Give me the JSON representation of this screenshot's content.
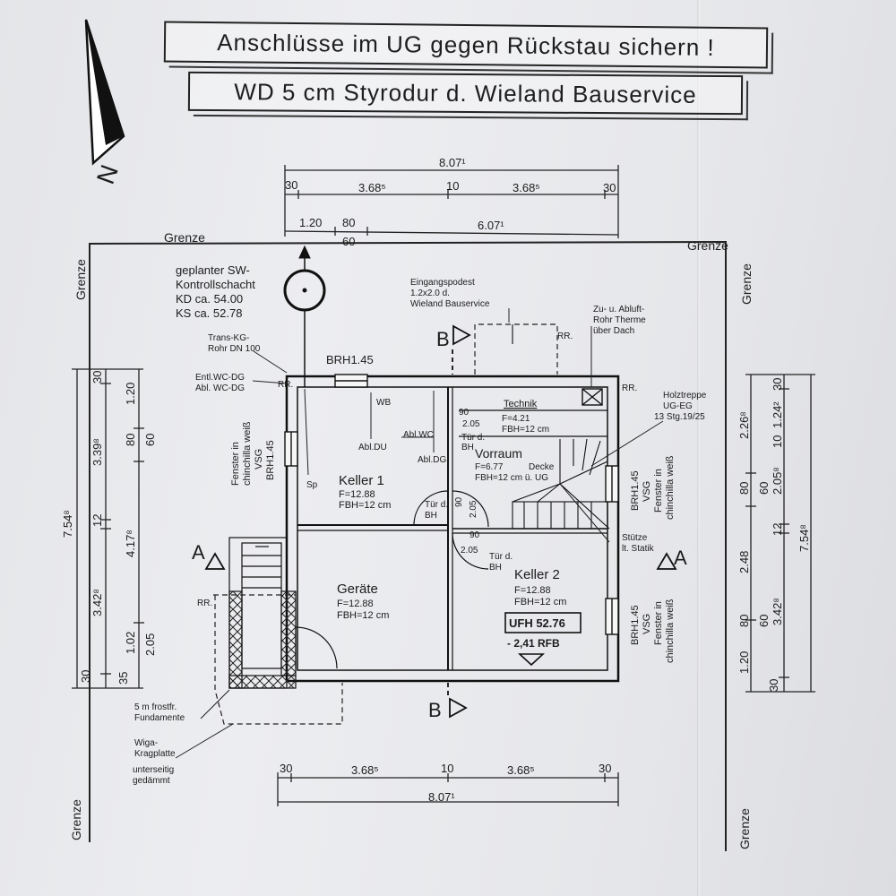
{
  "banners": {
    "line1": "Anschlüsse im UG gegen Rückstau sichern !",
    "line2": "WD 5 cm Styrodur d. Wieland Bauservice"
  },
  "north_label": "N",
  "boundary": {
    "label": "Grenze"
  },
  "dims_top": {
    "total": "8.07¹",
    "d30": "30",
    "d368": "3.68⁵",
    "d10": "10",
    "d120": "1.20",
    "d80": "80",
    "d60": "60",
    "d607": "6.07¹"
  },
  "dims_bottom": {
    "total": "8.07¹",
    "d30": "30",
    "d368": "3.68⁵",
    "d10": "10"
  },
  "dims_left": {
    "total": "7.54⁸",
    "d30": "30",
    "d339": "3.39⁸",
    "d12": "12",
    "d342": "3.42⁸",
    "d120": "1.20",
    "d80": "80",
    "d60": "60",
    "d417": "4.17⁸",
    "d102": "1.02",
    "d205": "2.05",
    "d35": "35"
  },
  "dims_right": {
    "total": "7.54⁸",
    "d30": "30",
    "d124": "1.24²",
    "d10": "10",
    "d205": "2.05⁸",
    "d12": "12",
    "d342": "3.42⁸",
    "d226": "2.26⁸",
    "d80": "80",
    "d60": "60",
    "d248": "2.48",
    "d120": "1.20"
  },
  "annotations": {
    "shaft": [
      "geplanter SW-",
      "Kontrollschacht",
      "KD ca. 54.00",
      "KS ca. 52.78"
    ],
    "trans": [
      "Trans-KG-",
      "Rohr DN 100"
    ],
    "entl": [
      "Entl.WC-DG",
      "Abl. WC-DG"
    ],
    "brh_top": "BRH1.45",
    "podest": [
      "Eingangspodest",
      "1.2x2.0 d.",
      "Wieland Bauservice"
    ],
    "zuluft": [
      "Zu- u. Abluft-",
      "Rohr Therme",
      "über Dach"
    ],
    "holztreppe": [
      "Holztreppe",
      "UG-EG",
      "13 Stg.19/25"
    ],
    "window_left": [
      "Fenster in",
      "chinchilla weiß",
      "VSG",
      "BRH1.45"
    ],
    "window_right_top": [
      "BRH1.45",
      "VSG",
      "Fenster in",
      "chinchilla weiß"
    ],
    "window_right_bottom": [
      "BRH1.45",
      "VSG",
      "Fenster in",
      "chinchilla weiß"
    ],
    "stuetze": [
      "Stütze",
      "lt. Statik"
    ],
    "frost": [
      "5 m frostfr.",
      "Fundamente"
    ],
    "wiga": [
      "Wiga-",
      "Kragplatte",
      "unterseitig",
      "gedämmt"
    ],
    "rr": "RR.",
    "wb": "WB",
    "abl_du": "Abl.DU",
    "abl_wc": "Abl.WC",
    "abl_dg": "Abl.DG",
    "sp": "Sp",
    "decke": "Decke",
    "door_label": [
      "Tür d.",
      "BH"
    ],
    "door_90": "90",
    "door_205": "2.05",
    "section_a": "A",
    "section_b": "B"
  },
  "rooms": {
    "keller1": {
      "name": "Keller 1",
      "area": "F=12.88",
      "floor": "FBH=12 cm"
    },
    "technik": {
      "name": "Technik",
      "area": "F=4.21",
      "floor": "FBH=12 cm"
    },
    "vorraum": {
      "name": "Vorraum",
      "area": "F=6.77",
      "floor": "FBH=12 cm ü. UG"
    },
    "geraete": {
      "name": "Geräte",
      "area": "F=12.88",
      "floor": "FBH=12 cm"
    },
    "keller2": {
      "name": "Keller 2",
      "area": "F=12.88",
      "floor": "FBH=12 cm"
    }
  },
  "level": {
    "ufh": "UFH 52.76",
    "rfb": "- 2,41 RFB"
  }
}
